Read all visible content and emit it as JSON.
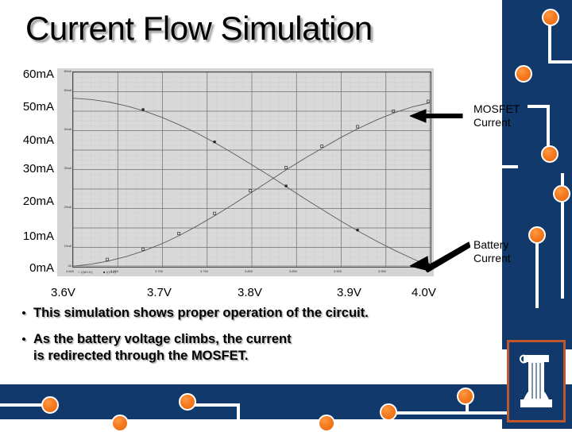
{
  "slide": {
    "title": "Current Flow Simulation"
  },
  "chart_data": {
    "type": "line",
    "title": "",
    "xlabel": "",
    "ylabel": "",
    "xlim": [
      3.6,
      4.0
    ],
    "ylim": [
      0,
      60
    ],
    "grid": true,
    "legend_position": "below-axis",
    "axis_tick_labels_outer_x": [
      "3.6V",
      "3.7V",
      "3.8V",
      "3.9V",
      "4.0V"
    ],
    "axis_tick_labels_outer_y": [
      "60mA",
      "50mA",
      "40mA",
      "30mA",
      "20mA",
      "10mA",
      "0mA"
    ],
    "axis_tick_labels_inner_x": [
      "3.600",
      "3.650",
      "3.700",
      "3.750",
      "3.800",
      "3.850",
      "3.900",
      "3.950"
    ],
    "axis_tick_labels_inner_y": [
      "60mA",
      "50mA",
      "40mA",
      "30mA",
      "20mA",
      "10mA",
      "0A"
    ],
    "legend": [
      {
        "marker": "open-square",
        "label": "I(M0:D)"
      },
      {
        "marker": "filled-square",
        "label": "I(V12)"
      }
    ],
    "x": [
      3.6,
      3.62,
      3.64,
      3.66,
      3.68,
      3.7,
      3.72,
      3.74,
      3.76,
      3.78,
      3.8,
      3.82,
      3.84,
      3.86,
      3.88,
      3.9,
      3.92,
      3.94,
      3.96,
      3.98,
      4.0
    ],
    "series": [
      {
        "name": "Battery Current",
        "marker": "filled-square",
        "values": [
          52.0,
          51.6,
          50.8,
          49.6,
          48.0,
          46.0,
          43.6,
          41.0,
          38.0,
          34.8,
          31.4,
          28.0,
          24.4,
          20.8,
          17.4,
          14.0,
          10.8,
          7.8,
          5.0,
          2.4,
          0.3
        ]
      },
      {
        "name": "MOSFET Current",
        "marker": "open-square",
        "values": [
          0.2,
          0.8,
          1.8,
          3.2,
          5.0,
          7.2,
          9.8,
          12.8,
          16.0,
          19.4,
          23.0,
          26.6,
          30.2,
          33.6,
          36.8,
          40.0,
          42.8,
          45.4,
          47.6,
          49.4,
          50.6
        ]
      }
    ]
  },
  "annotations": [
    {
      "id": "mosfet",
      "line1": "MOSFET",
      "line2": "Current"
    },
    {
      "id": "battery",
      "line1": "Battery",
      "line2": "Current"
    }
  ],
  "bullets": [
    {
      "mark": "•",
      "text": "This simulation shows proper operation of the circuit."
    },
    {
      "mark": "•",
      "text": "As the battery voltage climbs, the current is redirected through the MOSFET."
    }
  ],
  "colors": {
    "navy": "#12396b",
    "orange": "#f5791f",
    "logo_border": "#c0572b",
    "chart_panel": "#d4d4d4",
    "plot_bg": "#d9d9d9"
  },
  "logo": {
    "name": "university-of-illinois-block-i"
  }
}
